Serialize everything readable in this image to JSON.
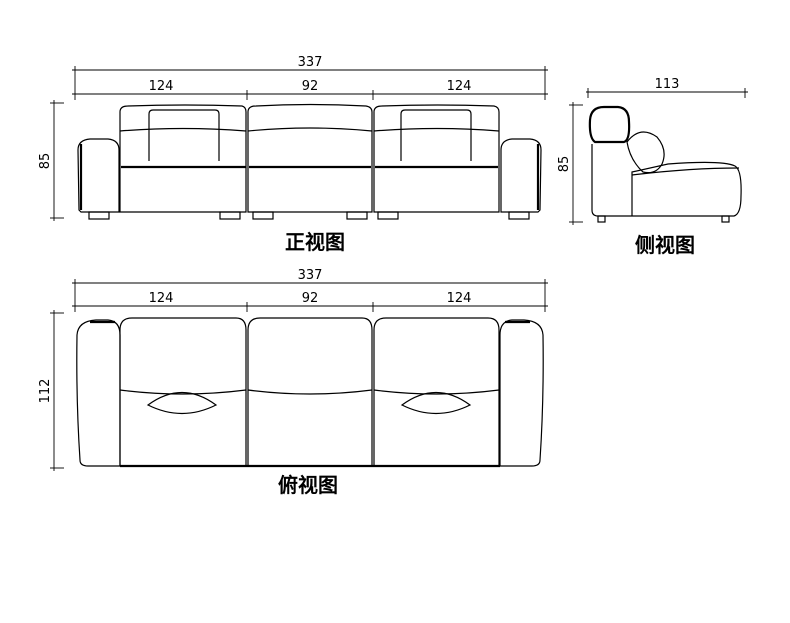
{
  "front_view": {
    "title": "正视图",
    "overall_width": "337",
    "segments": [
      "124",
      "92",
      "124"
    ],
    "height": "85"
  },
  "side_view": {
    "title": "侧视图",
    "depth": "113",
    "height": "85"
  },
  "top_view": {
    "title": "俯视图",
    "overall_width": "337",
    "segments": [
      "124",
      "92",
      "124"
    ],
    "depth": "112"
  }
}
